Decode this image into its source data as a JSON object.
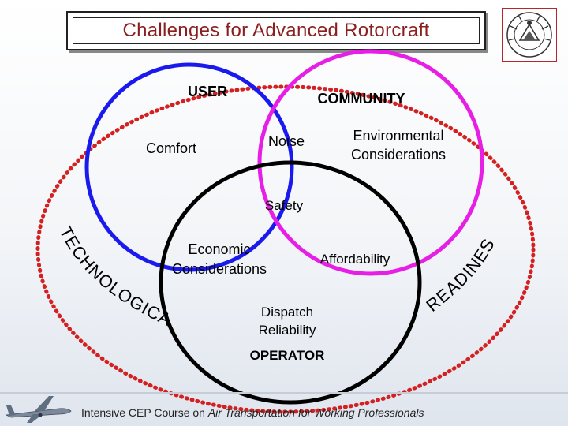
{
  "title": "Challenges for Advanced Rotorcraft",
  "circles": {
    "user": "USER",
    "community": "COMMUNITY",
    "operator": "OPERATOR"
  },
  "items": {
    "comfort": "Comfort",
    "noise": "Noise",
    "environmental_line1": "Environmental",
    "environmental_line2": "Considerations",
    "safety": "Safety",
    "economic_line1": "Economic",
    "economic_line2": "Considerations",
    "affordability": "Affordability",
    "dispatch_line1": "Dispatch",
    "dispatch_line2": "Reliability"
  },
  "arc_text": {
    "technological": "TECHNOLOGICAL",
    "readiness": "READINESS"
  },
  "footer": {
    "prefix": "Intensive CEP Course on ",
    "emphasis": "Air Transportation for Working Professionals"
  },
  "colors": {
    "title": "#8b1f1f",
    "user_circle": "#1a1aee",
    "community_circle": "#e61ee6",
    "operator_circle": "#000000",
    "dotted_ellipse": "#d42020",
    "arc_text": "#000000"
  },
  "icons": {
    "logo": "institute-seal",
    "plane": "aircraft-icon"
  }
}
